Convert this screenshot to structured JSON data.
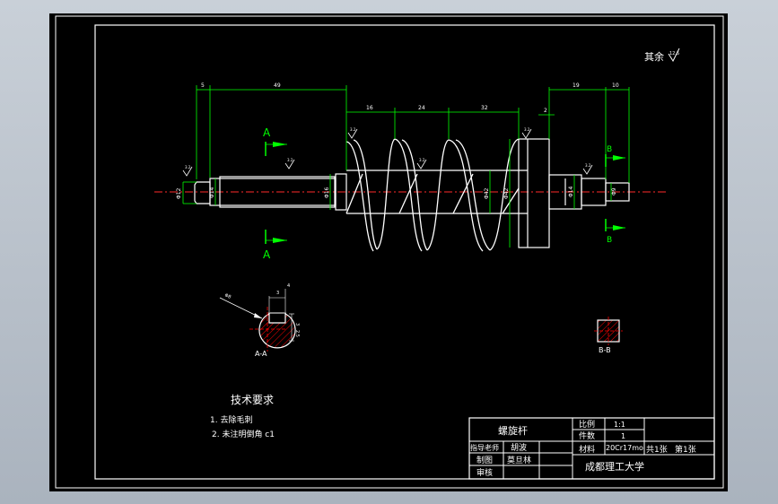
{
  "colors": {
    "background": "#000000",
    "frame": "#ffffff",
    "green": "#00ff00",
    "yellow": "#ffff00",
    "red": "#ff0000",
    "centerline": "#ff2a2a",
    "viewport": "#b9c1cb"
  },
  "roughness": {
    "general_label": "其余",
    "general_value": "12.5",
    "local_value": "3.2"
  },
  "dimensions": {
    "d5": "5",
    "d49": "49",
    "d16": "16",
    "d24": "24",
    "d32": "32",
    "d2": "2",
    "d19": "19",
    "d10": "10",
    "phi12": "Φ12",
    "phi14": "Φ14",
    "phi16": "Φ16",
    "phi42": "Φ42",
    "phi42b": "Φ42",
    "phi14b": "Φ14",
    "phi9": "Φ9"
  },
  "section_marks": {
    "a": "A",
    "b": "B"
  },
  "section_views": {
    "aa_label": "A-A",
    "bb_label": "B-B",
    "aa_dim_top": "3",
    "aa_dim_side1": "3",
    "aa_dim_side2": "2.5",
    "aa_dim_diag": "Φ8",
    "aa_dim_small": "4"
  },
  "tech_requirements": {
    "title": "技术要求",
    "items": [
      "1. 去除毛刺",
      "2. 未注明倒角 c1"
    ]
  },
  "title_block": {
    "part_name": "螺旋杆",
    "scale_label": "比例",
    "scale_value": "1:1",
    "qty_label": "件数",
    "qty_value": "1",
    "material_label": "材料",
    "material_value": "20Cr17mo",
    "sheet_total": "共1张",
    "sheet_number": "第1张",
    "advisor_label": "指导老师",
    "advisor_name": "胡波",
    "drawn_label": "制图",
    "drawn_name": "莫旦林",
    "review_label": "审核",
    "school": "成都理工大学"
  }
}
